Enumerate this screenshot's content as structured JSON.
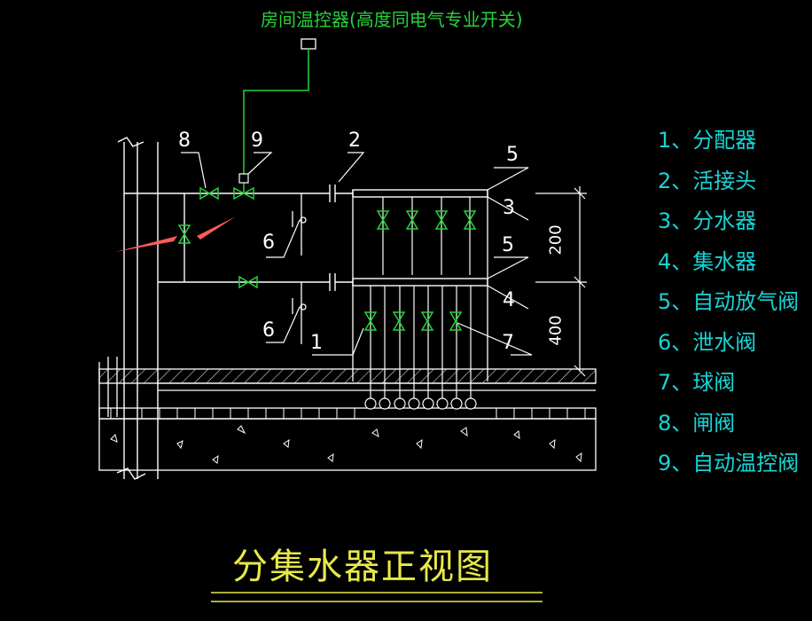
{
  "thermostat_label": "房间温控器(高度同电气专业开关)",
  "diagram_title": "分集水器正视图",
  "legend": [
    "1、分配器",
    "2、活接头",
    "3、分水器",
    "4、集水器",
    "5、自动放气阀",
    "6、泄水阀",
    "7、球阀",
    "8、闸阀",
    "9、自动温控阀"
  ],
  "callouts": {
    "c1": "1",
    "c2": "2",
    "c3": "3",
    "c4": "4",
    "c5a": "5",
    "c5b": "5",
    "c6a": "6",
    "c6b": "6",
    "c7": "7",
    "c8": "8",
    "c9": "9"
  },
  "dimensions": {
    "upper": "200",
    "lower": "400"
  },
  "colors": {
    "background": "#000000",
    "lines": "#ffffff",
    "valves": "#27d23b",
    "legend": "#19d3d3",
    "title": "#e8e84a",
    "arrow": "#ff5a5a"
  }
}
